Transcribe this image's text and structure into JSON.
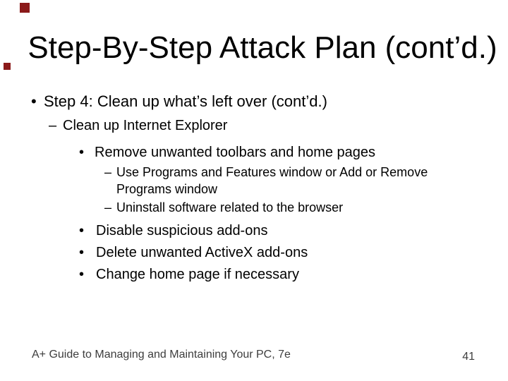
{
  "slide": {
    "title": "Step-By-Step Attack Plan (cont’d.)",
    "accent_color": "#8B1A1A",
    "bullets": [
      {
        "marker": "•",
        "text": "Step 4: Clean up what’s left over (cont’d.)"
      },
      {
        "marker": "–",
        "text": "Clean up Internet Explorer"
      },
      {
        "marker": "•",
        "text": "Remove unwanted toolbars and home pages"
      },
      {
        "marker": "–",
        "lines": [
          "Use Programs and Features window or Add or Remove",
          "Programs window"
        ]
      },
      {
        "marker": "–",
        "text": "Uninstall software related to the browser"
      },
      {
        "marker": "•",
        "text": "Disable suspicious add-ons"
      },
      {
        "marker": "•",
        "text": "Delete unwanted ActiveX add-ons"
      },
      {
        "marker": "•",
        "text": "Change home page if necessary"
      }
    ],
    "footer": {
      "book": "A+ Guide to Managing and Maintaining Your PC, 7e",
      "page": "41"
    }
  }
}
